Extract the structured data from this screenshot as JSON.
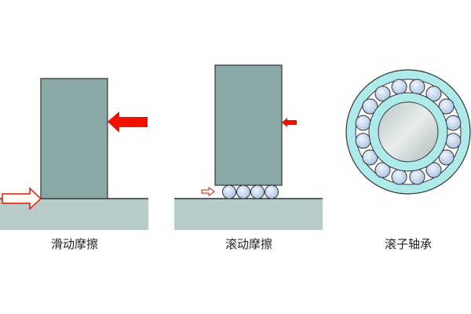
{
  "labels": {
    "sliding": "滑动摩擦",
    "rolling": "滚动摩擦",
    "bearing": "滚子轴承"
  },
  "colors": {
    "block": "#8aa8a6",
    "ground": "#b7ccc8",
    "arrow": "#ee1100",
    "ring": "#aeeaea",
    "roller": "#c9dcf0",
    "shaft": "#d5dedc"
  },
  "bearing": {
    "roller_count": 16
  },
  "rolling": {
    "roller_count": 4
  }
}
